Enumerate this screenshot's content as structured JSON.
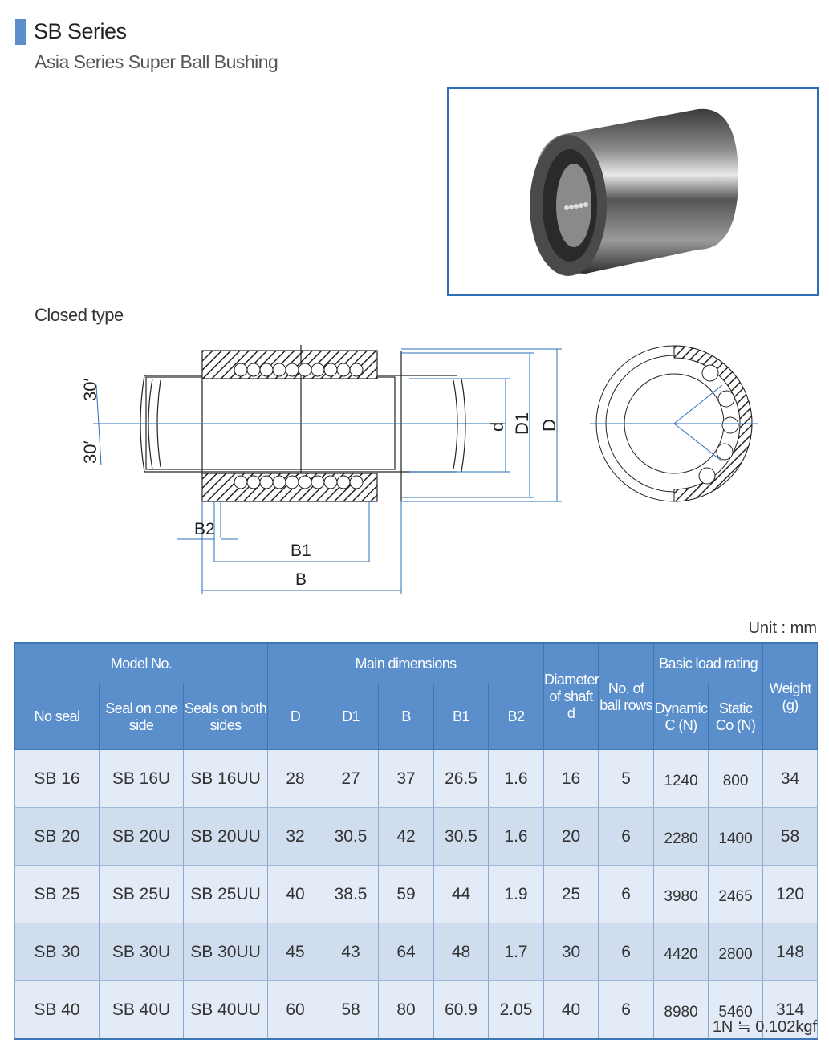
{
  "header": {
    "title": "SB Series",
    "subtitle": "Asia Series Super Ball Bushing"
  },
  "section_label": "Closed type",
  "drawing": {
    "labels": {
      "angle_top": "30′",
      "angle_bottom": "30′",
      "d": "d",
      "D1": "D1",
      "D": "D",
      "B2": "B2",
      "B1": "B1",
      "B": "B"
    }
  },
  "colors": {
    "accent": "#5b8fcc",
    "frame": "#2a6fb8"
  },
  "unit": "Unit : mm",
  "table": {
    "group_headers": {
      "model": "Model No.",
      "main": "Main dimensions",
      "shaft": "Diameter of shaft d",
      "rows": "No. of ball rows",
      "load": "Basic load rating",
      "weight": "Weight (g)"
    },
    "sub_headers": {
      "no_seal": "No seal",
      "one_side": "Seal on one side",
      "both_sides": "Seals on both sides",
      "D": "D",
      "D1": "D1",
      "B": "B",
      "B1": "B1",
      "B2": "B2",
      "dynamic": "Dynamic C (N)",
      "static": "Static Co (N)"
    },
    "rows": [
      [
        "SB 16",
        "SB 16U",
        "SB 16UU",
        "28",
        "27",
        "37",
        "26.5",
        "1.6",
        "16",
        "5",
        "1240",
        "800",
        "34"
      ],
      [
        "SB 20",
        "SB 20U",
        "SB 20UU",
        "32",
        "30.5",
        "42",
        "30.5",
        "1.6",
        "20",
        "6",
        "2280",
        "1400",
        "58"
      ],
      [
        "SB 25",
        "SB 25U",
        "SB 25UU",
        "40",
        "38.5",
        "59",
        "44",
        "1.9",
        "25",
        "6",
        "3980",
        "2465",
        "120"
      ],
      [
        "SB 30",
        "SB 30U",
        "SB 30UU",
        "45",
        "43",
        "64",
        "48",
        "1.7",
        "30",
        "6",
        "4420",
        "2800",
        "148"
      ],
      [
        "SB 40",
        "SB 40U",
        "SB 40UU",
        "60",
        "58",
        "80",
        "60.9",
        "2.05",
        "40",
        "6",
        "8980",
        "5460",
        "314"
      ]
    ]
  },
  "footnote": "1N ≒ 0.102kgf"
}
